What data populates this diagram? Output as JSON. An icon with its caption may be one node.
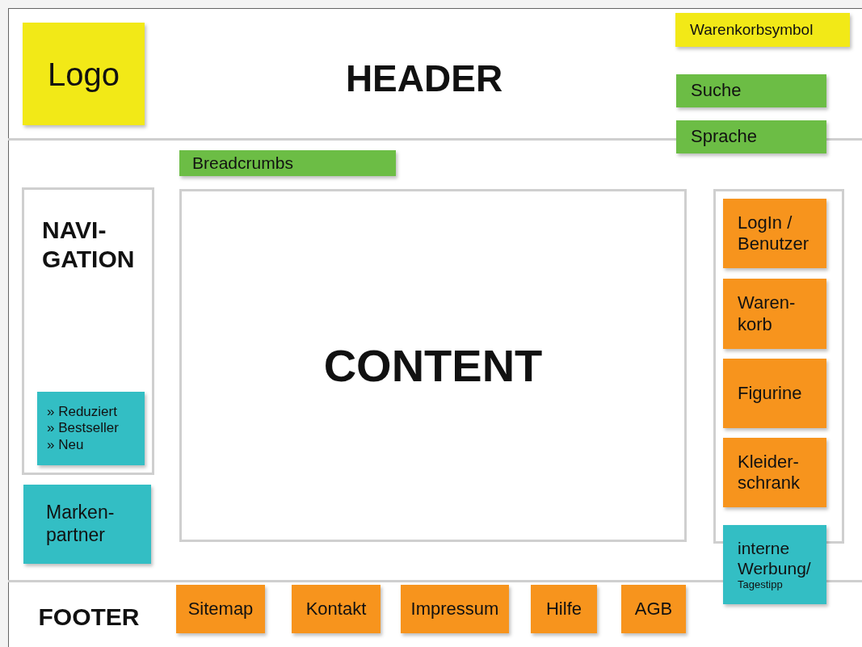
{
  "diagram": {
    "nodes": [
      {
        "text": [
          "Logo"
        ]
      },
      {
        "text": [
          "HEADER"
        ]
      },
      {
        "text": [
          "Warenkorbsymbol"
        ]
      },
      {
        "text": [
          "Suche"
        ]
      },
      {
        "text": [
          "Sprache"
        ]
      },
      {
        "text": [
          "Breadcrumbs"
        ]
      },
      {
        "text": [
          "NAVI- GATION"
        ]
      },
      {
        "text": [
          "» Reduziert",
          "» Bestseller",
          "» Neu"
        ],
        "in": 6
      },
      {
        "text": [
          "Marken- partner"
        ]
      },
      {
        "text": [
          "CONTENT"
        ]
      },
      {
        "text": [],
        "shape": "box"
      },
      {
        "text": [
          "LogIn / Benutzer"
        ],
        "in": 10
      },
      {
        "text": [
          "Waren- korb"
        ],
        "in": 10
      },
      {
        "text": [
          "Figurine"
        ],
        "in": 10
      },
      {
        "text": [
          "Kleider- schrank"
        ],
        "in": 10
      },
      {
        "text": [
          "interne Werbung/",
          "Tagestipp"
        ]
      },
      {
        "text": [
          "FOOTER"
        ]
      },
      {
        "text": [
          "Sitemap"
        ]
      },
      {
        "text": [
          "Kontakt"
        ]
      },
      {
        "text": [
          "Impressum"
        ]
      },
      {
        "text": [
          "Hilfe"
        ]
      },
      {
        "text": [
          "AGB"
        ]
      }
    ]
  }
}
